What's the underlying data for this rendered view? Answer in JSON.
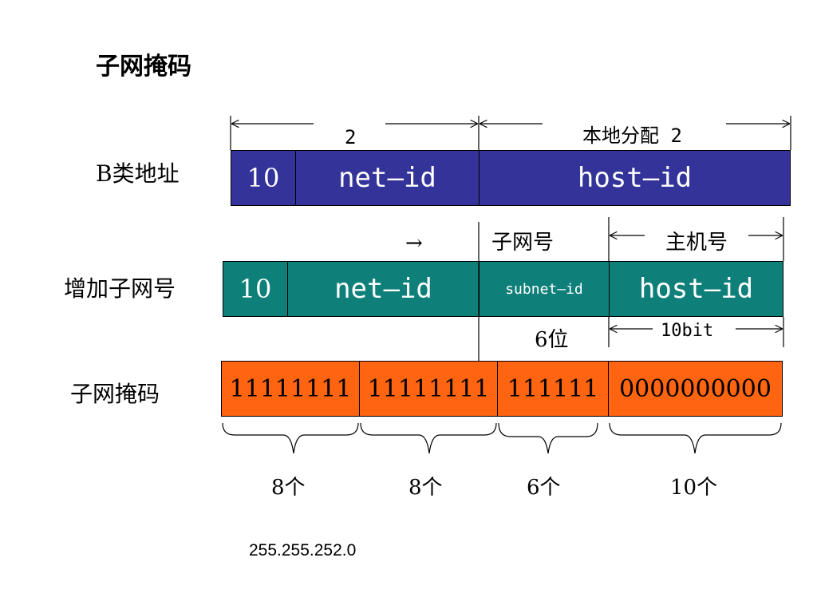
{
  "title": "子网掩码",
  "rows": {
    "class_b_label": "B类地址",
    "add_subnet_label": "增加子网号",
    "mask_label": "子网掩码"
  },
  "class_b": {
    "prefix": "10",
    "net": "net—id",
    "host": "host—id",
    "top_left_label": "2",
    "top_right_label": "本地分配 2"
  },
  "subnet_row": {
    "prefix": "10",
    "net": "net—id",
    "subnet": "subnet—id",
    "host": "host—id",
    "arrow_label": "→",
    "subnet_header": "子网号",
    "host_header": "主机号",
    "subnet_bits": "6位",
    "host_bits": "10bit"
  },
  "mask_row": {
    "seg1": "11111111",
    "seg2": "11111111",
    "seg3": "111111",
    "seg4": "0000000000"
  },
  "brace_labels": [
    "8个",
    "8个",
    "6个",
    "10个"
  ],
  "result": "255.255.252.0",
  "colors": {
    "blue": "#33339a",
    "teal": "#0f7f7a",
    "orange": "#ff6411"
  }
}
